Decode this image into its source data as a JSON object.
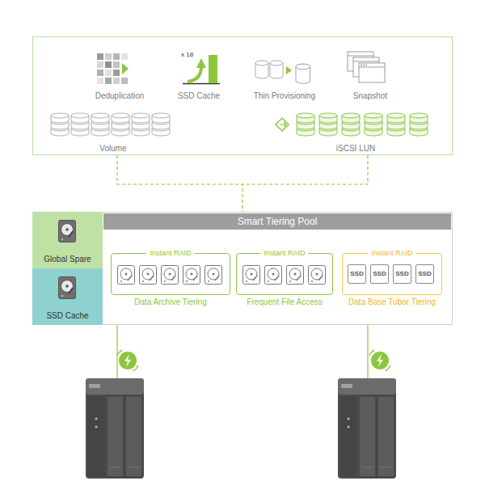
{
  "diagram": {
    "nodes": [
      {
        "text": []
      },
      {
        "text": [
          "Deduplication"
        ],
        "in": 0
      },
      {
        "text": [
          "SSD Cache"
        ],
        "in": 0
      },
      {
        "text": [
          "Thin Provisioning"
        ],
        "in": 0
      },
      {
        "text": [
          "Snapshot"
        ],
        "in": 0
      },
      {
        "text": [
          "Volume"
        ],
        "in": 0
      },
      {
        "text": [
          "iSCSI LUN"
        ],
        "in": 0
      },
      {
        "text": [
          "Smart Tiering Pool"
        ]
      },
      {
        "text": [
          "Global Spare"
        ],
        "in": 7
      },
      {
        "text": [
          "SSD Cache"
        ],
        "in": 7
      },
      {
        "text": [
          "Instant RAID",
          "Data Archive Tiering"
        ],
        "in": 7
      },
      {
        "text": [
          "Instant RAID",
          "Frequent File Access"
        ],
        "in": 7
      },
      {
        "text": [
          "Instant RAID",
          "Data Base Tubor Tiering"
        ],
        "in": 7
      },
      {
        "text": [
          "SSD"
        ],
        "in": 12
      },
      {
        "text": [
          "SSD"
        ],
        "in": 12
      },
      {
        "text": [
          "SSD"
        ],
        "in": 12
      },
      {
        "text": [
          "SSD"
        ],
        "in": 12
      },
      {
        "text": []
      },
      {
        "text": []
      }
    ],
    "edges": [
      {
        "from": 0,
        "to": 7,
        "arrow": "none"
      },
      {
        "from": 7,
        "to": 17,
        "arrow": "none"
      },
      {
        "from": 7,
        "to": 18,
        "arrow": "none"
      }
    ],
    "labels": [
      "x 18"
    ]
  }
}
